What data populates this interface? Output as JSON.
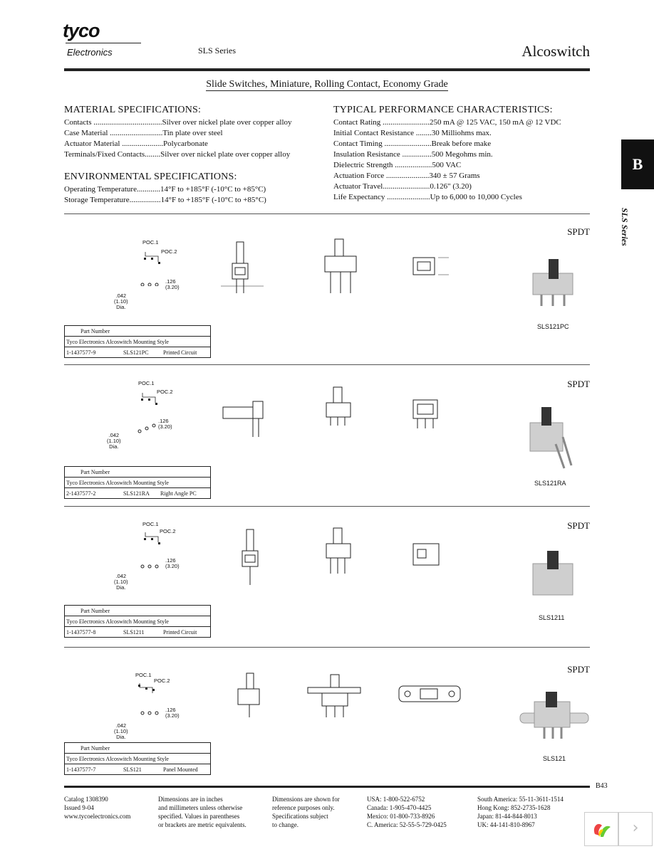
{
  "header": {
    "logo": "tyco",
    "logo_sub": "Electronics",
    "series": "SLS Series",
    "brand": "Alcoswitch"
  },
  "title": "Slide Switches, Miniature, Rolling Contact, Economy Grade",
  "material": {
    "heading": "MATERIAL SPECIFICATIONS:",
    "rows": [
      "Contacts ...................................Silver over nickel plate over copper alloy",
      "Case Material ...........................Tin plate over steel",
      "Actuator Material .....................Polycarbonate",
      "Terminals/Fixed Contacts........Silver over nickel plate over copper alloy"
    ]
  },
  "environmental": {
    "heading": "ENVIRONMENTAL SPECIFICATIONS:",
    "rows": [
      "Operating Temperature............14°F to +185°F (-10°C to +85°C)",
      "Storage Temperature................14°F to +185°F (-10°C to +85°C)"
    ]
  },
  "performance": {
    "heading": "TYPICAL PERFORMANCE CHARACTERISTICS:",
    "rows": [
      "Contact Rating ........................250 mA @ 125 VAC, 150 mA @ 12 VDC",
      "Initial Contact Resistance ........30 Milliohms max.",
      "Contact Timing ........................Break before make",
      "Insulation Resistance ...............500 Megohms min.",
      "Dielectric Strength ...................500 VAC",
      "Actuation Force ......................340 ± 57 Grams",
      "Actuator Travel........................0.126\" (3.20)",
      "Life Expectancy ......................Up to 6,000 to 10,000 Cycles"
    ]
  },
  "side_tab": {
    "letter": "B",
    "text": "SLS Series"
  },
  "table_headers": {
    "part": "Part Number",
    "style": "Tyco Electronics Alcoswitch Mounting Style"
  },
  "common": {
    "poc1": "POC.1",
    "poc2": "POC.2",
    "d126": ".126",
    "d126mm": "(3.20)",
    "d042": ".042",
    "d042mm": "(1.10)",
    "dia": "Dia."
  },
  "products": [
    {
      "type": "SPDT",
      "part": "1-1437577-9",
      "model": "SLS121PC",
      "mount": "Printed Circuit",
      "label": "SLS121PC"
    },
    {
      "type": "SPDT",
      "part": "2-1437577-2",
      "model": "SLS121RA",
      "mount": "Right Angle PC",
      "label": "SLS121RA"
    },
    {
      "type": "SPDT",
      "part": "1-1437577-8",
      "model": "SLS1211",
      "mount": "Printed Circuit",
      "label": "SLS1211"
    },
    {
      "type": "SPDT",
      "part": "1-1437577-7",
      "model": "SLS121",
      "mount": "Panel Mounted",
      "label": "SLS121"
    }
  ],
  "footer": {
    "col1": [
      "Catalog 1308390",
      "Issued 9-04",
      "www.tycoelectronics.com"
    ],
    "col2": [
      "Dimensions are in inches",
      "and millimeters unless otherwise",
      "specified. Values in parentheses",
      "or brackets are metric equivalents."
    ],
    "col3": [
      "Dimensions are shown for",
      "reference purposes only.",
      "Specifications subject",
      "to change."
    ],
    "col4": [
      "USA: 1-800-522-6752",
      "Canada: 1-905-470-4425",
      "Mexico: 01-800-733-8926",
      "C. America: 52-55-5-729-0425"
    ],
    "col5": [
      "South America: 55-11-3611-1514",
      "Hong Kong: 852-2735-1628",
      "Japan: 81-44-844-8013",
      "UK: 44-141-810-8967"
    ],
    "page": "B43"
  },
  "nav": {
    "next_glyph": "›"
  }
}
